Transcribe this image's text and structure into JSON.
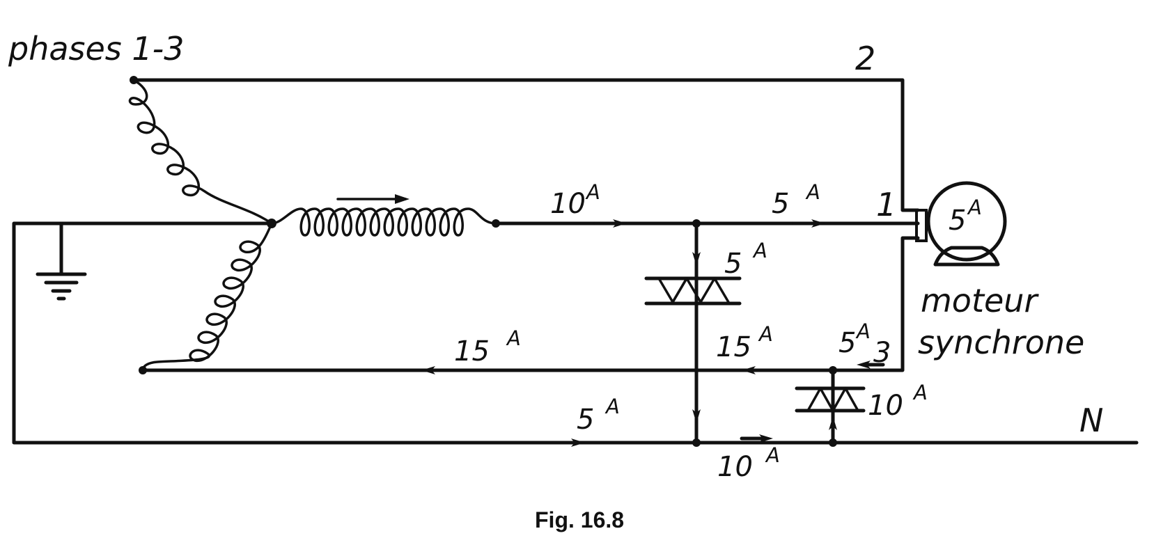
{
  "labels": {
    "phases": "phases 1-3",
    "line_2": "2",
    "line_1": "1",
    "line_3": "3",
    "neutral": "N",
    "motor_line1": "moteur",
    "motor_line2": "synchrone",
    "caption": "Fig. 16.8"
  },
  "currents": {
    "phase1_out": {
      "value": "10",
      "unit": "A"
    },
    "to_motor": {
      "value": "5",
      "unit": "A"
    },
    "motor": {
      "value": "5",
      "unit": "A"
    },
    "diode1": {
      "value": "5",
      "unit": "A"
    },
    "return_left": {
      "value": "15",
      "unit": "A"
    },
    "return_mid": {
      "value": "15",
      "unit": "A"
    },
    "motor_return": {
      "value": "5",
      "unit": "A"
    },
    "diode2": {
      "value": "10",
      "unit": "A"
    },
    "neutral_left": {
      "value": "5",
      "unit": "A"
    },
    "neutral_right": {
      "value": "10",
      "unit": "A"
    }
  }
}
